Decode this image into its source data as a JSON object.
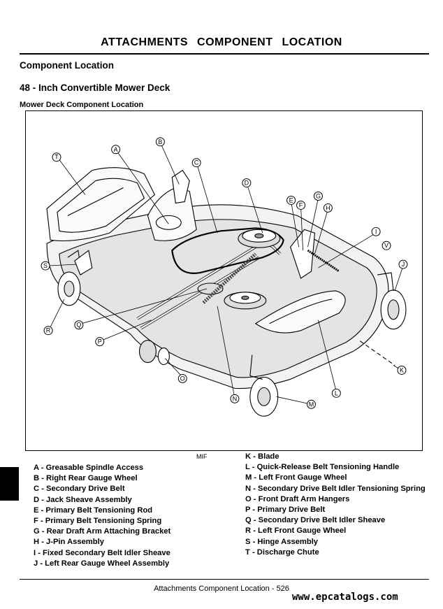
{
  "header": {
    "title": "ATTACHMENTS   COMPONENT LOCATION"
  },
  "section_title": "Component Location",
  "subsection_title": "48 - Inch Convertible Mower Deck",
  "figure": {
    "title": "Mower Deck Component Location",
    "id_label": "MIF",
    "callouts": [
      "A",
      "B",
      "C",
      "D",
      "E",
      "F",
      "G",
      "H",
      "I",
      "J",
      "K",
      "L",
      "M",
      "N",
      "O",
      "P",
      "Q",
      "R",
      "S",
      "T",
      "V"
    ]
  },
  "legend_left": [
    "A - Greasable Spindle Access",
    "B - Right Rear Gauge Wheel",
    "C - Secondary Drive Belt",
    "D - Jack Sheave Assembly",
    "E - Primary Belt Tensioning Rod",
    "F - Primary Belt Tensioning Spring",
    "G - Rear Draft Arm Attaching Bracket",
    "H - J-Pin Assembly",
    "I  - Fixed Secondary Belt Idler Sheave",
    "J  - Left Rear Gauge Wheel Assembly"
  ],
  "legend_right": [
    "K - Blade",
    "L - Quick-Release Belt Tensioning Handle",
    "M - Left Front Gauge Wheel",
    "N - Secondary Drive Belt Idler Tensioning Spring",
    "O - Front Draft Arm Hangers",
    "P - Primary Drive Belt",
    "Q - Secondary Drive Belt Idler Sheave",
    "R - Left Front Gauge Wheel",
    "S - Hinge Assembly",
    "T - Discharge Chute"
  ],
  "footer": "Attachments   Component Location - 526",
  "watermark": "www.epcatalogs.com"
}
